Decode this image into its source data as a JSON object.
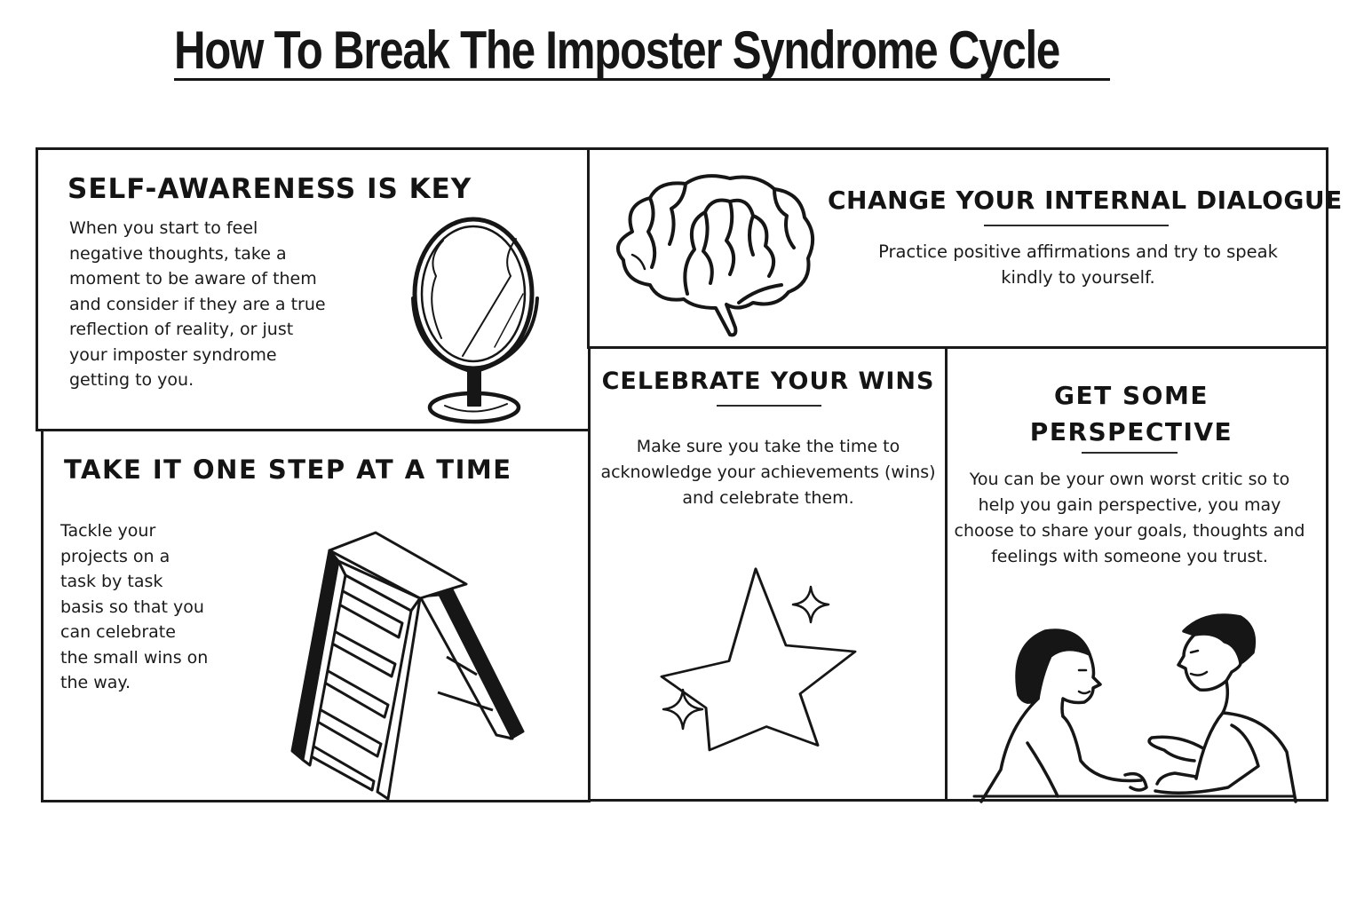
{
  "page": {
    "title": "How To Break The Imposter Syndrome Cycle"
  },
  "panels": {
    "self_awareness": {
      "heading": "SELF-AWARENESS IS KEY",
      "lines": [
        "When you start to feel",
        "negative thoughts, take a",
        "moment to be aware of them",
        "and consider if they are a true",
        "reflection of reality, or just",
        "your imposter syndrome",
        "getting to you."
      ],
      "icon": "mirror-icon"
    },
    "internal_dialogue": {
      "heading": "CHANGE YOUR INTERNAL DIALOGUE",
      "lines": [
        "Practice positive affirmations and try to speak",
        "kindly to yourself."
      ],
      "icon": "brain-icon"
    },
    "one_step": {
      "heading": "TAKE IT ONE STEP AT A TIME",
      "lines": [
        "Tackle your",
        "projects on a",
        "task by task",
        "basis so that you",
        "can celebrate",
        "the small wins on",
        "the way."
      ],
      "icon": "ladder-icon"
    },
    "celebrate": {
      "heading": "CELEBRATE YOUR WINS",
      "lines": [
        "Make sure you take the time to",
        "acknowledge your achievements (wins)",
        "and celebrate them."
      ],
      "icon": "star-icon"
    },
    "perspective": {
      "heading_lines": [
        "GET SOME",
        "PERSPECTIVE"
      ],
      "lines": [
        "You can be your own worst critic so to",
        "help you gain perspective, you may",
        "choose to share your goals, thoughts and",
        "feelings with someone you trust."
      ],
      "icon": "two-people-talking-icon"
    }
  },
  "colors": {
    "ink": "#161616",
    "background": "#ffffff"
  }
}
